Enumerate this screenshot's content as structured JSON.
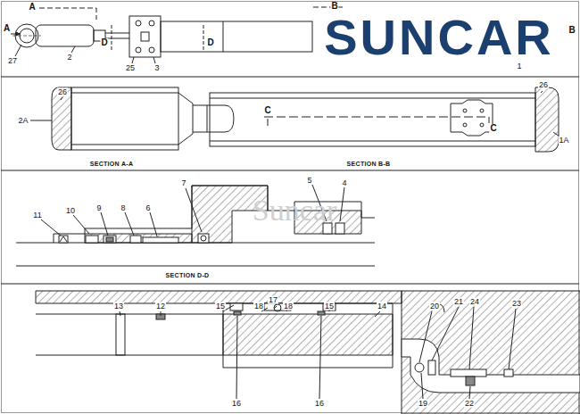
{
  "diagram": {
    "labels": [
      "A",
      "A",
      "B",
      "B",
      "D",
      "D",
      "27",
      "2",
      "25",
      "3",
      "1",
      "SUNCAR",
      "26",
      "2A",
      "SECTION A-A",
      "C",
      "C",
      "26",
      "1A",
      "SECTION B-B",
      "7",
      "5",
      "4",
      "11",
      "10",
      "9",
      "8",
      "6",
      "SECTION D-D",
      "Suncar",
      "13",
      "12",
      "15",
      "18",
      "17",
      "18",
      "15",
      "14",
      "20",
      "21",
      "24",
      "23",
      "16",
      "16",
      "19",
      "22"
    ]
  }
}
